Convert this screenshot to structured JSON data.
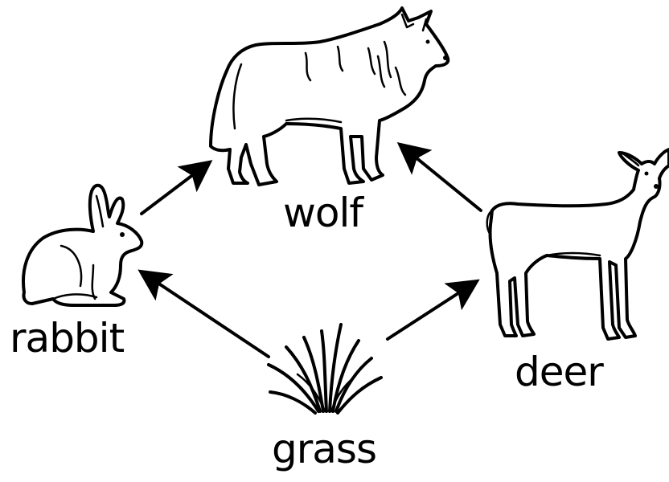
{
  "diagram": {
    "nodes": [
      {
        "id": "wolf",
        "label": "wolf",
        "icon": "wolf-icon"
      },
      {
        "id": "rabbit",
        "label": "rabbit",
        "icon": "rabbit-icon"
      },
      {
        "id": "deer",
        "label": "deer",
        "icon": "deer-icon"
      },
      {
        "id": "grass",
        "label": "grass",
        "icon": "grass-icon"
      }
    ],
    "edges": [
      {
        "from": "rabbit",
        "to": "wolf"
      },
      {
        "from": "deer",
        "to": "wolf"
      },
      {
        "from": "grass",
        "to": "rabbit"
      },
      {
        "from": "grass",
        "to": "deer"
      }
    ],
    "colors": {
      "ink": "#000000",
      "background": "#ffffff"
    }
  }
}
